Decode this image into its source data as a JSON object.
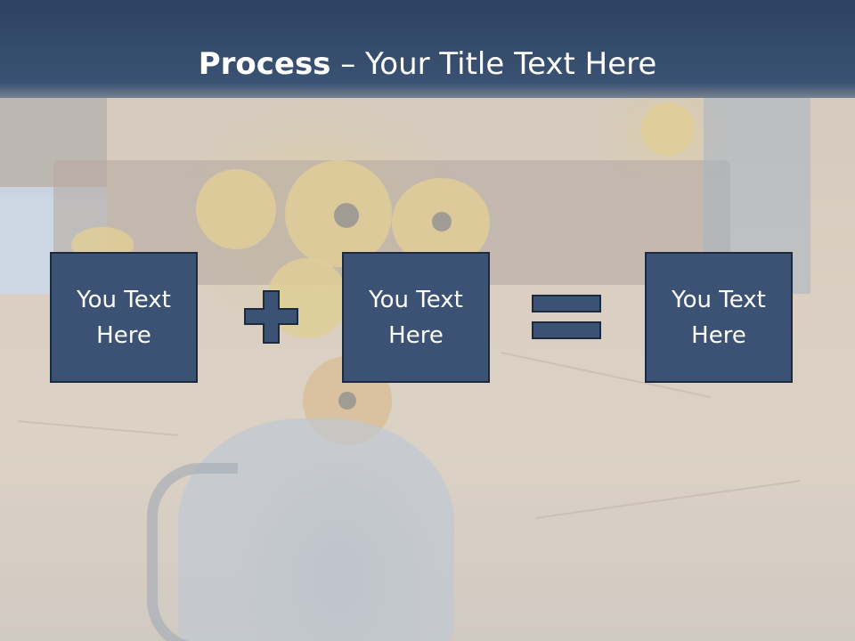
{
  "slide": {
    "title_bold": "Process",
    "title_rest": " – Your Title Text Here"
  },
  "boxes": [
    {
      "text": "You Text Here"
    },
    {
      "text": "You Text Here"
    },
    {
      "text": "You Text Here"
    }
  ],
  "operators": [
    "plus-icon",
    "equals-icon"
  ],
  "colors": {
    "title_bar": "#2e4262",
    "box_fill": "#3b5274",
    "box_border": "#1c2a40",
    "text": "#ffffff"
  }
}
